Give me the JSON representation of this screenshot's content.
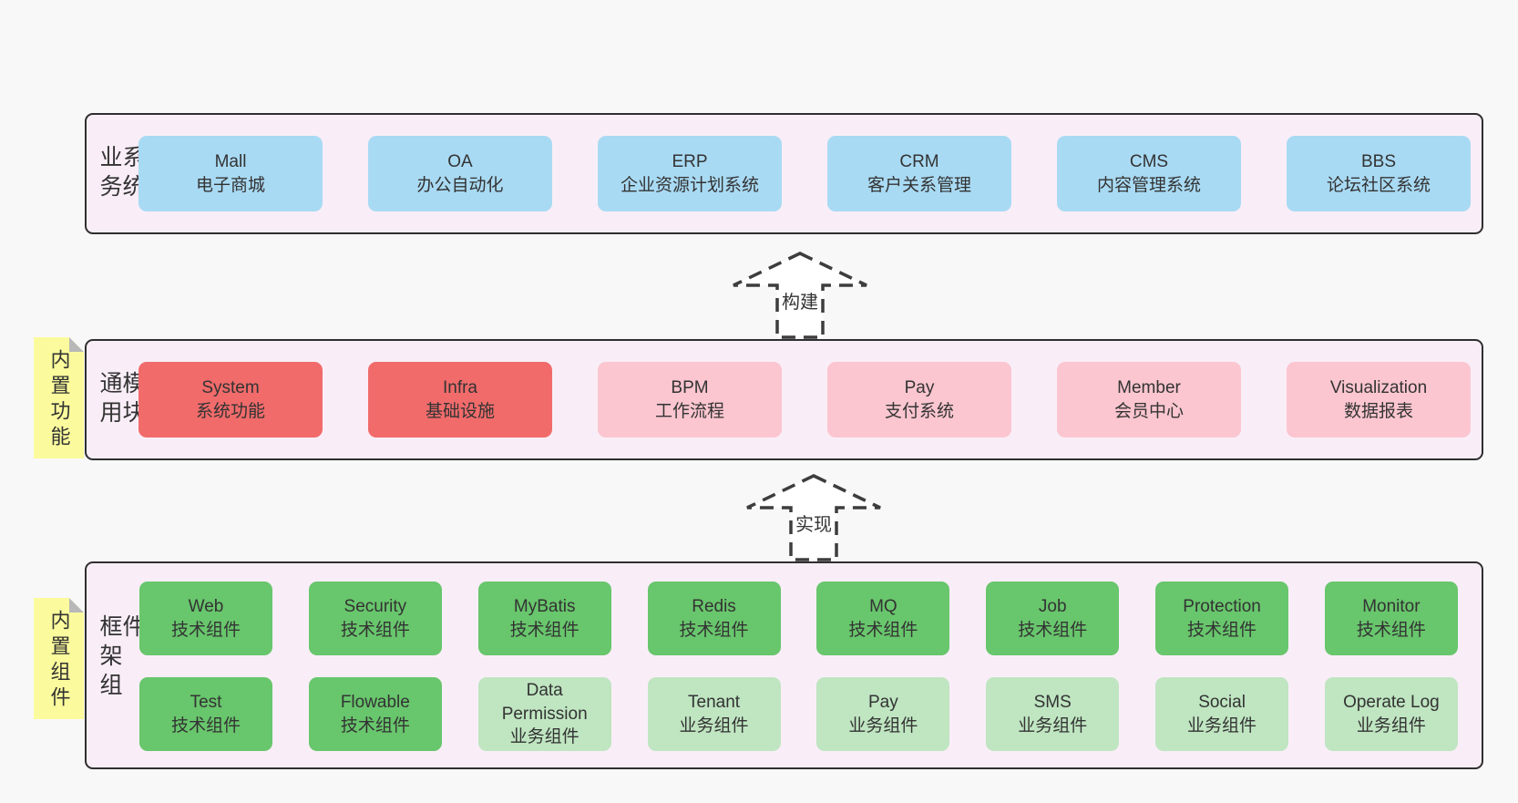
{
  "colors": {
    "page_bg": "#f8f8f8",
    "band_bg": "#f9eef7",
    "band_border": "#2f2f2f",
    "blue": "#a9daf3",
    "red": "#f16b6b",
    "pink": "#fbc6d0",
    "green": "#68c66c",
    "lightgreen": "#bfe5c1",
    "sticky_yellow": "#fbfb9d",
    "sticky_fold": "#b8b8b8",
    "text": "#333333"
  },
  "stickies": [
    {
      "label": "内置功能"
    },
    {
      "label": "内置组件"
    }
  ],
  "arrows": [
    {
      "label": "构建"
    },
    {
      "label": "实现"
    }
  ],
  "bands": [
    {
      "label": "业务系统",
      "rows": [
        [
          {
            "name": "Mall",
            "desc": "电子商城",
            "variant": "blue"
          },
          {
            "name": "OA",
            "desc": "办公自动化",
            "variant": "blue"
          },
          {
            "name": "ERP",
            "desc": "企业资源计划系统",
            "variant": "blue"
          },
          {
            "name": "CRM",
            "desc": "客户关系管理",
            "variant": "blue"
          },
          {
            "name": "CMS",
            "desc": "内容管理系统",
            "variant": "blue"
          },
          {
            "name": "BBS",
            "desc": "论坛社区系统",
            "variant": "blue"
          }
        ]
      ]
    },
    {
      "label": "通用模块",
      "rows": [
        [
          {
            "name": "System",
            "desc": "系统功能",
            "variant": "red"
          },
          {
            "name": "Infra",
            "desc": "基础设施",
            "variant": "red"
          },
          {
            "name": "BPM",
            "desc": "工作流程",
            "variant": "pink"
          },
          {
            "name": "Pay",
            "desc": "支付系统",
            "variant": "pink"
          },
          {
            "name": "Member",
            "desc": "会员中心",
            "variant": "pink"
          },
          {
            "name": "Visualization",
            "desc": "数据报表",
            "variant": "pink"
          }
        ]
      ]
    },
    {
      "label": "框架组件",
      "rows": [
        [
          {
            "name": "Web",
            "desc": "技术组件",
            "variant": "green"
          },
          {
            "name": "Security",
            "desc": "技术组件",
            "variant": "green"
          },
          {
            "name": "MyBatis",
            "desc": "技术组件",
            "variant": "green"
          },
          {
            "name": "Redis",
            "desc": "技术组件",
            "variant": "green"
          },
          {
            "name": "MQ",
            "desc": "技术组件",
            "variant": "green"
          },
          {
            "name": "Job",
            "desc": "技术组件",
            "variant": "green"
          },
          {
            "name": "Protection",
            "desc": "技术组件",
            "variant": "green"
          },
          {
            "name": "Monitor",
            "desc": "技术组件",
            "variant": "green"
          }
        ],
        [
          {
            "name": "Test",
            "desc": "技术组件",
            "variant": "green"
          },
          {
            "name": "Flowable",
            "desc": "技术组件",
            "variant": "green"
          },
          {
            "name": "Data Permission",
            "desc": "业务组件",
            "variant": "lightgreen"
          },
          {
            "name": "Tenant",
            "desc": "业务组件",
            "variant": "lightgreen"
          },
          {
            "name": "Pay",
            "desc": "业务组件",
            "variant": "lightgreen"
          },
          {
            "name": "SMS",
            "desc": "业务组件",
            "variant": "lightgreen"
          },
          {
            "name": "Social",
            "desc": "业务组件",
            "variant": "lightgreen"
          },
          {
            "name": "Operate Log",
            "desc": "业务组件",
            "variant": "lightgreen"
          }
        ]
      ]
    }
  ]
}
